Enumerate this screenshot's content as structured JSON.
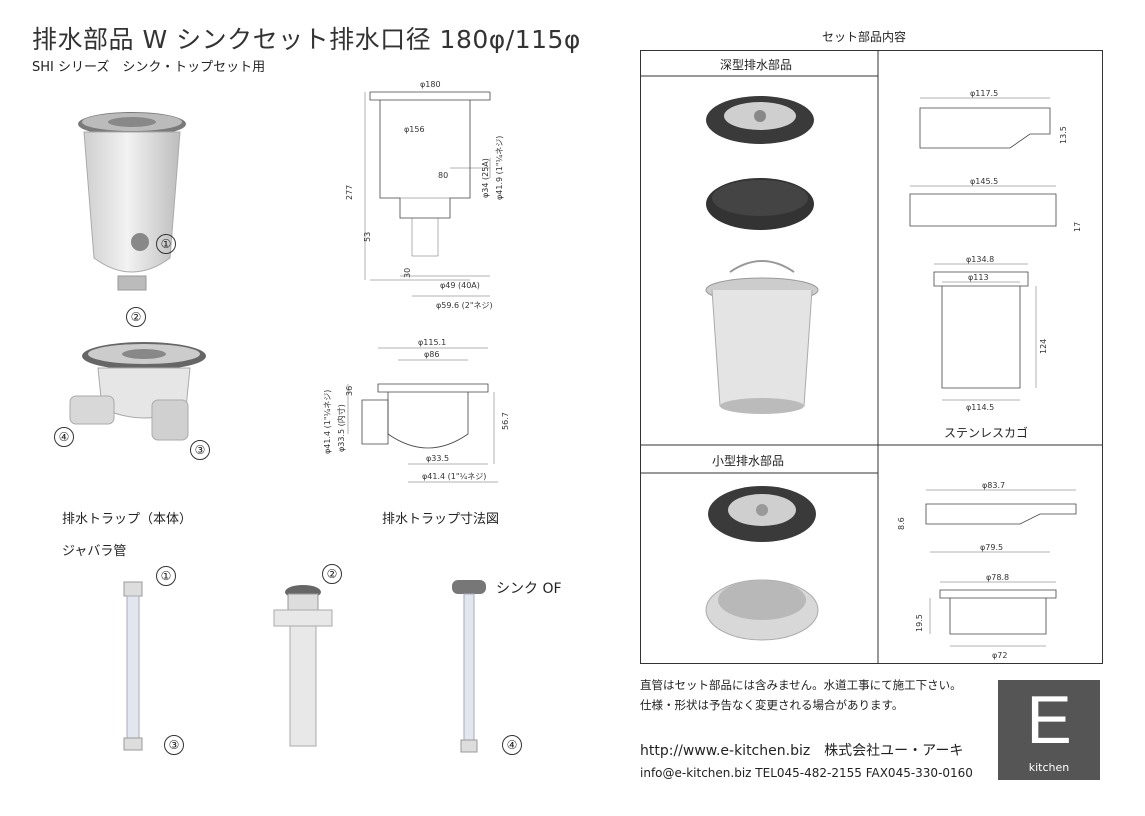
{
  "header": {
    "title": "排水部品 W シンクセット排水口径 180φ/115φ",
    "subtitle": "SHI シリーズ　シンク・トップセット用"
  },
  "left": {
    "trap_label": "排水トラップ（本体）",
    "trap_dim_label": "排水トラップ寸法図",
    "jabara_label": "ジャバラ管",
    "callouts": {
      "c1": "①",
      "c2": "②",
      "c3": "③",
      "c4": "④"
    },
    "sink_of": "シンク OF",
    "dims_large": {
      "d180": "φ180",
      "d156": "φ156",
      "h277": "277",
      "w80": "80",
      "h53": "53",
      "h30": "30",
      "d34": "φ34 (25A)",
      "d419": "φ41.9 (1\"¼ネジ)",
      "d49": "φ49 (40A)",
      "d596": "φ59.6 (2\"ネジ)"
    },
    "dims_small": {
      "d1151": "φ115.1",
      "d86": "φ86",
      "h36": "36",
      "d414a": "φ41.4 (1\"¼ネジ)",
      "d335a": "φ33.5 (内寸)",
      "h567": "56.7",
      "d335b": "φ33.5",
      "d414b": "φ41.4 (1\"¼ネジ)"
    }
  },
  "set_parts": {
    "title": "セット部品内容",
    "deep_header": "深型排水部品",
    "small_header": "小型排水部品",
    "basket_label": "ステンレスカゴ",
    "deep_dims": {
      "d1175": "φ117.5",
      "h135": "13.5",
      "d1455": "φ145.5",
      "h17": "17",
      "d1348": "φ134.8",
      "d113": "φ113",
      "h124": "124",
      "d1145": "φ114.5"
    },
    "small_dims": {
      "d837": "φ83.7",
      "h86": "8.6",
      "d795": "φ79.5",
      "d788": "φ78.8",
      "h195": "19.5",
      "d72": "φ72"
    }
  },
  "notes": {
    "line1": "直管はセット部品には含みません。水道工事にて施工下さい。",
    "line2": "仕様・形状は予告なく変更される場合があります。"
  },
  "contact": {
    "url_company": "http://www.e-kitchen.biz　株式会社ユー・アーキ",
    "email_tel_fax": "info@e-kitchen.biz  TEL045-482-2155 FAX045-330-0160"
  },
  "logo": {
    "letter": "E",
    "word": "kitchen"
  },
  "colors": {
    "logo_bg": "#555555",
    "rubber": "#3a3a3a",
    "steel": "#c8c8c8"
  }
}
